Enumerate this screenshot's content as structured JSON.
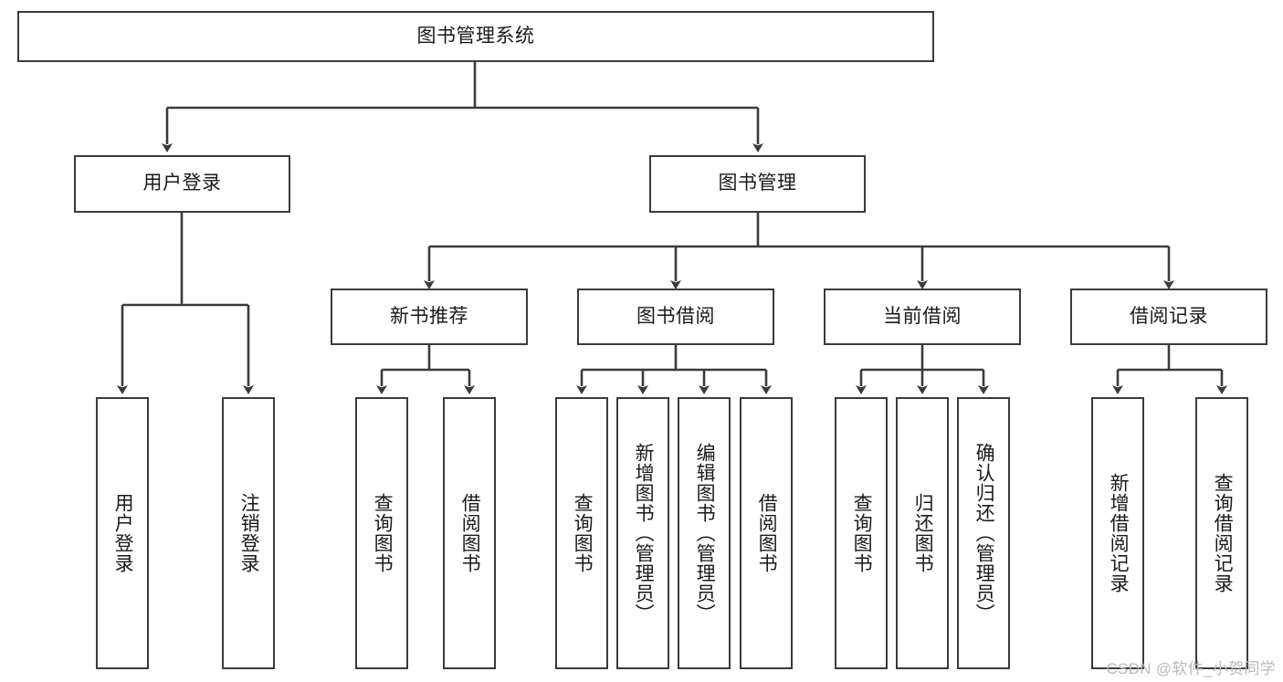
{
  "diagram": {
    "title": "图书管理系统",
    "type": "hierarchy-tree",
    "watermark": "CSDN @软件_小贺同学",
    "colors": {
      "stroke": "#3b3b3b",
      "fill": "#ffffff",
      "text": "#1a1a1a",
      "watermark": "#b9b9b9"
    },
    "nodes": {
      "root": {
        "label": "图书管理系统"
      },
      "level2": [
        {
          "label": "用户登录"
        },
        {
          "label": "图书管理"
        }
      ],
      "level3": [
        {
          "label": "新书推荐"
        },
        {
          "label": "图书借阅"
        },
        {
          "label": "当前借阅"
        },
        {
          "label": "借阅记录"
        }
      ],
      "leaves": {
        "user_login": [
          {
            "label": "用户登录"
          },
          {
            "label": "注销登录"
          }
        ],
        "new_book_recommend": [
          {
            "label": "查询图书"
          },
          {
            "label": "借阅图书"
          }
        ],
        "book_borrow": [
          {
            "label": "查询图书"
          },
          {
            "label": "新增图书（管理员）"
          },
          {
            "label": "编辑图书（管理员）"
          },
          {
            "label": "借阅图书"
          }
        ],
        "current_borrow": [
          {
            "label": "查询图书"
          },
          {
            "label": "归还图书"
          },
          {
            "label": "确认归还（管理员）"
          }
        ],
        "borrow_record": [
          {
            "label": "新增借阅记录"
          },
          {
            "label": "查询借阅记录"
          }
        ]
      }
    }
  }
}
